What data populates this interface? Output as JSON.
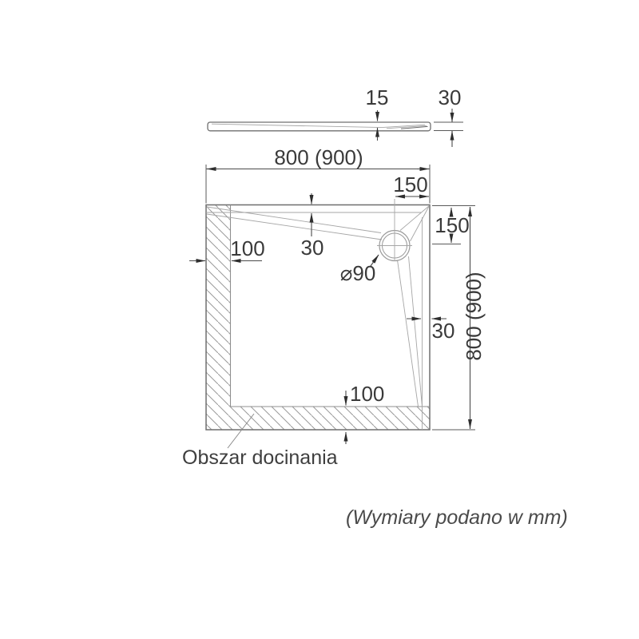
{
  "colors": {
    "background": "#ffffff",
    "outline": "#6f6f6f",
    "construction_line": "#a6a6a6",
    "hatch": "#9a9a9a",
    "dimension_line": "#4a4a4a",
    "text": "#3a3a3a"
  },
  "profile_view": {
    "dim_inner_depth": "15",
    "dim_total_height": "30"
  },
  "plan_view": {
    "dim_width_top": "800 (900)",
    "dim_height_right": "800 (900)",
    "dim_drain_from_right": "150",
    "dim_drain_from_top": "150",
    "dim_rim_top": "30",
    "dim_rim_right": "30",
    "dim_cut_left": "100",
    "dim_cut_bottom": "100",
    "dim_drain_diameter": "⌀90"
  },
  "labels": {
    "cutting_area": "Obszar docinania",
    "units_note": "(Wymiary podano w mm)"
  }
}
